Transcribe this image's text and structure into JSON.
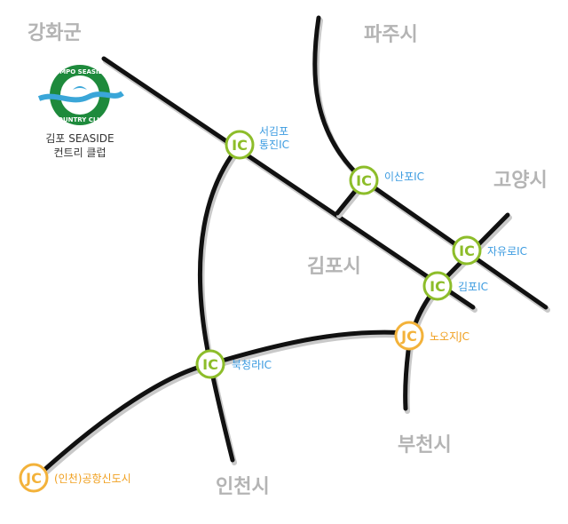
{
  "regions": {
    "ganghwa": "강화군",
    "paju": "파주시",
    "goyang": "고양시",
    "gimpo": "김포시",
    "bucheon": "부천시",
    "incheon": "인천시"
  },
  "club": {
    "logo_top_text": "GIMPO SEASIDE",
    "logo_bottom_text": "COUNTRY CLUB",
    "name_line1": "김포 SEASIDE",
    "name_line2": "컨트리 클럽",
    "logo_colors": {
      "ring": "#1e8a3c",
      "water": "#3aa6d8",
      "bird": "#ffffff"
    }
  },
  "interchanges": {
    "badge_text_ic": "IC",
    "badge_text_jc": "JC",
    "seogimpo_line1": "서김포",
    "seogimpo_line2": "통진IC",
    "isanpo": "이산포IC",
    "jayuro": "자유로IC",
    "gimpo": "김포IC",
    "nojoji": "노오지JC",
    "bukcheongna": "북청라IC",
    "incheon_airport": "(인천)공항신도시"
  },
  "colors": {
    "road": "#111111",
    "road_shadow": "#c9c9c9",
    "ic_badge": "#8dbd2a",
    "jc_badge": "#f3b23a",
    "ic_label": "#3b9be0",
    "jc_label": "#f0a020",
    "region_label": "#b4b4b4"
  }
}
